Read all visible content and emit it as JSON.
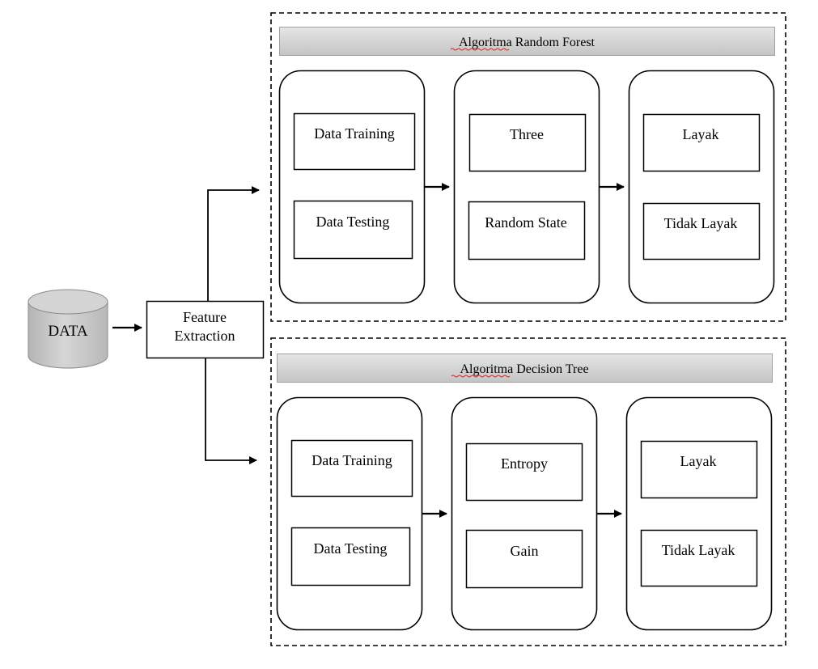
{
  "data_node": {
    "label": "DATA"
  },
  "feature_node": {
    "line1": "Feature",
    "line2": "Extraction"
  },
  "random_forest": {
    "title": "Algoritma Random Forest",
    "title_word1": "Algoritma",
    "title_rest": "Random Forest",
    "input_stage": [
      "Data Training",
      "Data Testing"
    ],
    "process_stage": [
      "Three",
      "Random State"
    ],
    "output_stage": [
      "Layak",
      "Tidak Layak"
    ]
  },
  "decision_tree": {
    "title": "Algoritma Decision Tree",
    "title_word1": "Algoritma",
    "title_rest": "Decision Tree",
    "input_stage": [
      "Data Training",
      "Data Testing"
    ],
    "process_stage": [
      "Entropy",
      "Gain"
    ],
    "output_stage": [
      "Layak",
      "Tidak Layak"
    ]
  },
  "colors": {
    "stroke": "#000000",
    "cylinder_fill": "#c8c8c8",
    "header_fill": "#d0d0d0",
    "spellcheck_underline": "#e02020"
  }
}
